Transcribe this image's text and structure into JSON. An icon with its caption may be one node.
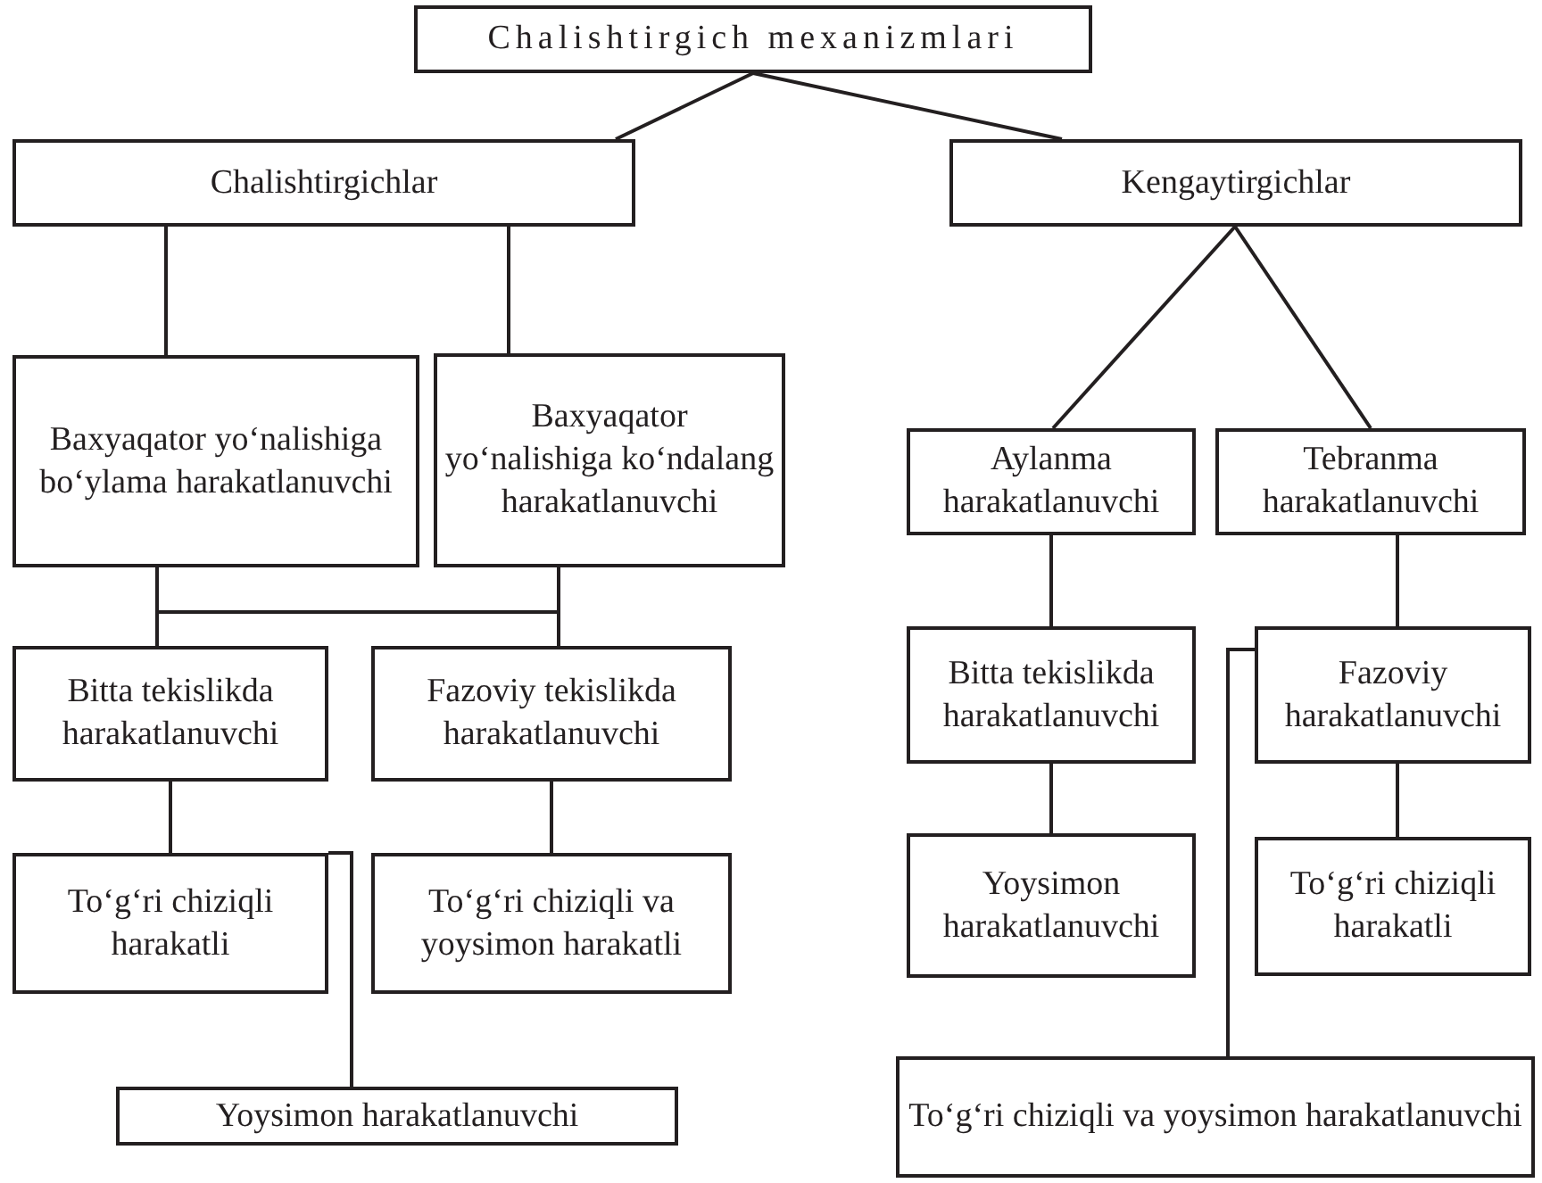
{
  "diagram": {
    "nodes": [
      {
        "text": [
          "Chalishtirgich mexanizmlari"
        ]
      },
      {
        "text": [
          "Chalishtirgichlar"
        ]
      },
      {
        "text": [
          "Kengaytirgichlar"
        ]
      },
      {
        "text": [
          "Baxyaqator yo‘nalishiga bo‘ylama harakatlanuvchi"
        ]
      },
      {
        "text": [
          "Baxyaqator yo‘nalishiga ko‘ndalang harakatlanuvchi"
        ]
      },
      {
        "text": [
          "Aylanma harakatlanuvchi"
        ]
      },
      {
        "text": [
          "Tebranma harakatlanuvchi"
        ]
      },
      {
        "text": [
          "Bitta tekislikda harakatlanuvchi"
        ]
      },
      {
        "text": [
          "Fazoviy tekislikda harakatlanuvchi"
        ]
      },
      {
        "text": [
          "To‘g‘ri chiziqli harakatli"
        ]
      },
      {
        "text": [
          "To‘g‘ri chiziqli va yoysimon harakatli"
        ]
      },
      {
        "text": [
          "Yoysimon harakatlanuvchi"
        ]
      },
      {
        "text": [
          "Bitta tekislikda harakatlanuvchi"
        ]
      },
      {
        "text": [
          "Fazoviy harakatlanuvchi"
        ]
      },
      {
        "text": [
          "Yoysimon harakatlanuvchi"
        ]
      },
      {
        "text": [
          "To‘g‘ri chiziqli harakatli"
        ]
      },
      {
        "text": [
          "To‘g‘ri chiziqli va yoysimon harakatlanuvchi"
        ]
      }
    ],
    "edges": [
      {
        "from": 0,
        "to": 1,
        "arrow": "none"
      },
      {
        "from": 0,
        "to": 2,
        "arrow": "none"
      },
      {
        "from": 1,
        "to": 3,
        "arrow": "none"
      },
      {
        "from": 1,
        "to": 4,
        "arrow": "none"
      },
      {
        "from": 2,
        "to": 5,
        "arrow": "none"
      },
      {
        "from": 2,
        "to": 6,
        "arrow": "none"
      },
      {
        "from": 3,
        "to": 7,
        "arrow": "none"
      },
      {
        "from": 3,
        "to": 8,
        "arrow": "none"
      },
      {
        "from": 4,
        "to": 7,
        "arrow": "none"
      },
      {
        "from": 4,
        "to": 8,
        "arrow": "none"
      },
      {
        "from": 7,
        "to": 9,
        "arrow": "none"
      },
      {
        "from": 8,
        "to": 10,
        "arrow": "none"
      },
      {
        "from": 9,
        "to": 11,
        "arrow": "none"
      },
      {
        "from": 5,
        "to": 12,
        "arrow": "none"
      },
      {
        "from": 12,
        "to": 14,
        "arrow": "none"
      },
      {
        "from": 6,
        "to": 13,
        "arrow": "none"
      },
      {
        "from": 13,
        "to": 15,
        "arrow": "none"
      },
      {
        "from": 13,
        "to": 16,
        "arrow": "none"
      }
    ]
  }
}
